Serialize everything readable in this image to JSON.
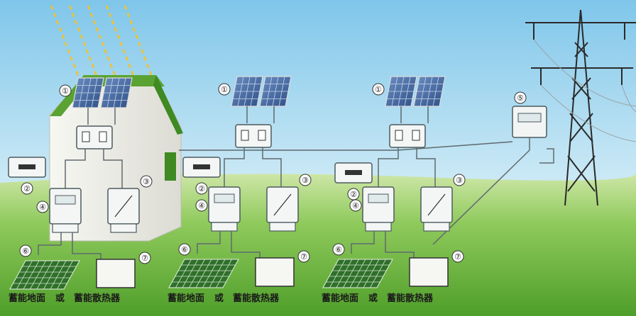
{
  "callouts": [
    "①",
    "②",
    "③",
    "④",
    "⑤",
    "⑥",
    "⑦"
  ],
  "captions": {
    "floor": "蓄能地面",
    "or": "或",
    "radiator": "蓄能散热器"
  },
  "colors": {
    "sky": "#9fd3ee",
    "grass": "#7bbf4a",
    "roof": "#4f9e2a",
    "wire": "#5f6a6e",
    "sunray": "#f3c22a",
    "panel": "#4a6fa8"
  },
  "icons": [
    "sun-ray-icon",
    "solar-panel-icon",
    "meter-icon",
    "inverter-icon",
    "power-tower-icon"
  ]
}
